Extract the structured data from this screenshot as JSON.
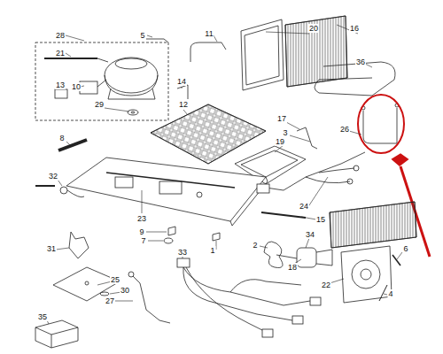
{
  "diagram": {
    "labels": [
      "28",
      "5",
      "11",
      "20",
      "16",
      "21",
      "36",
      "13",
      "10",
      "14",
      "12",
      "29",
      "17",
      "26",
      "3",
      "19",
      "8",
      "32",
      "24",
      "15",
      "23",
      "9",
      "7",
      "34",
      "2",
      "1",
      "6",
      "31",
      "33",
      "18",
      "22",
      "25",
      "4",
      "30",
      "27",
      "35"
    ]
  }
}
